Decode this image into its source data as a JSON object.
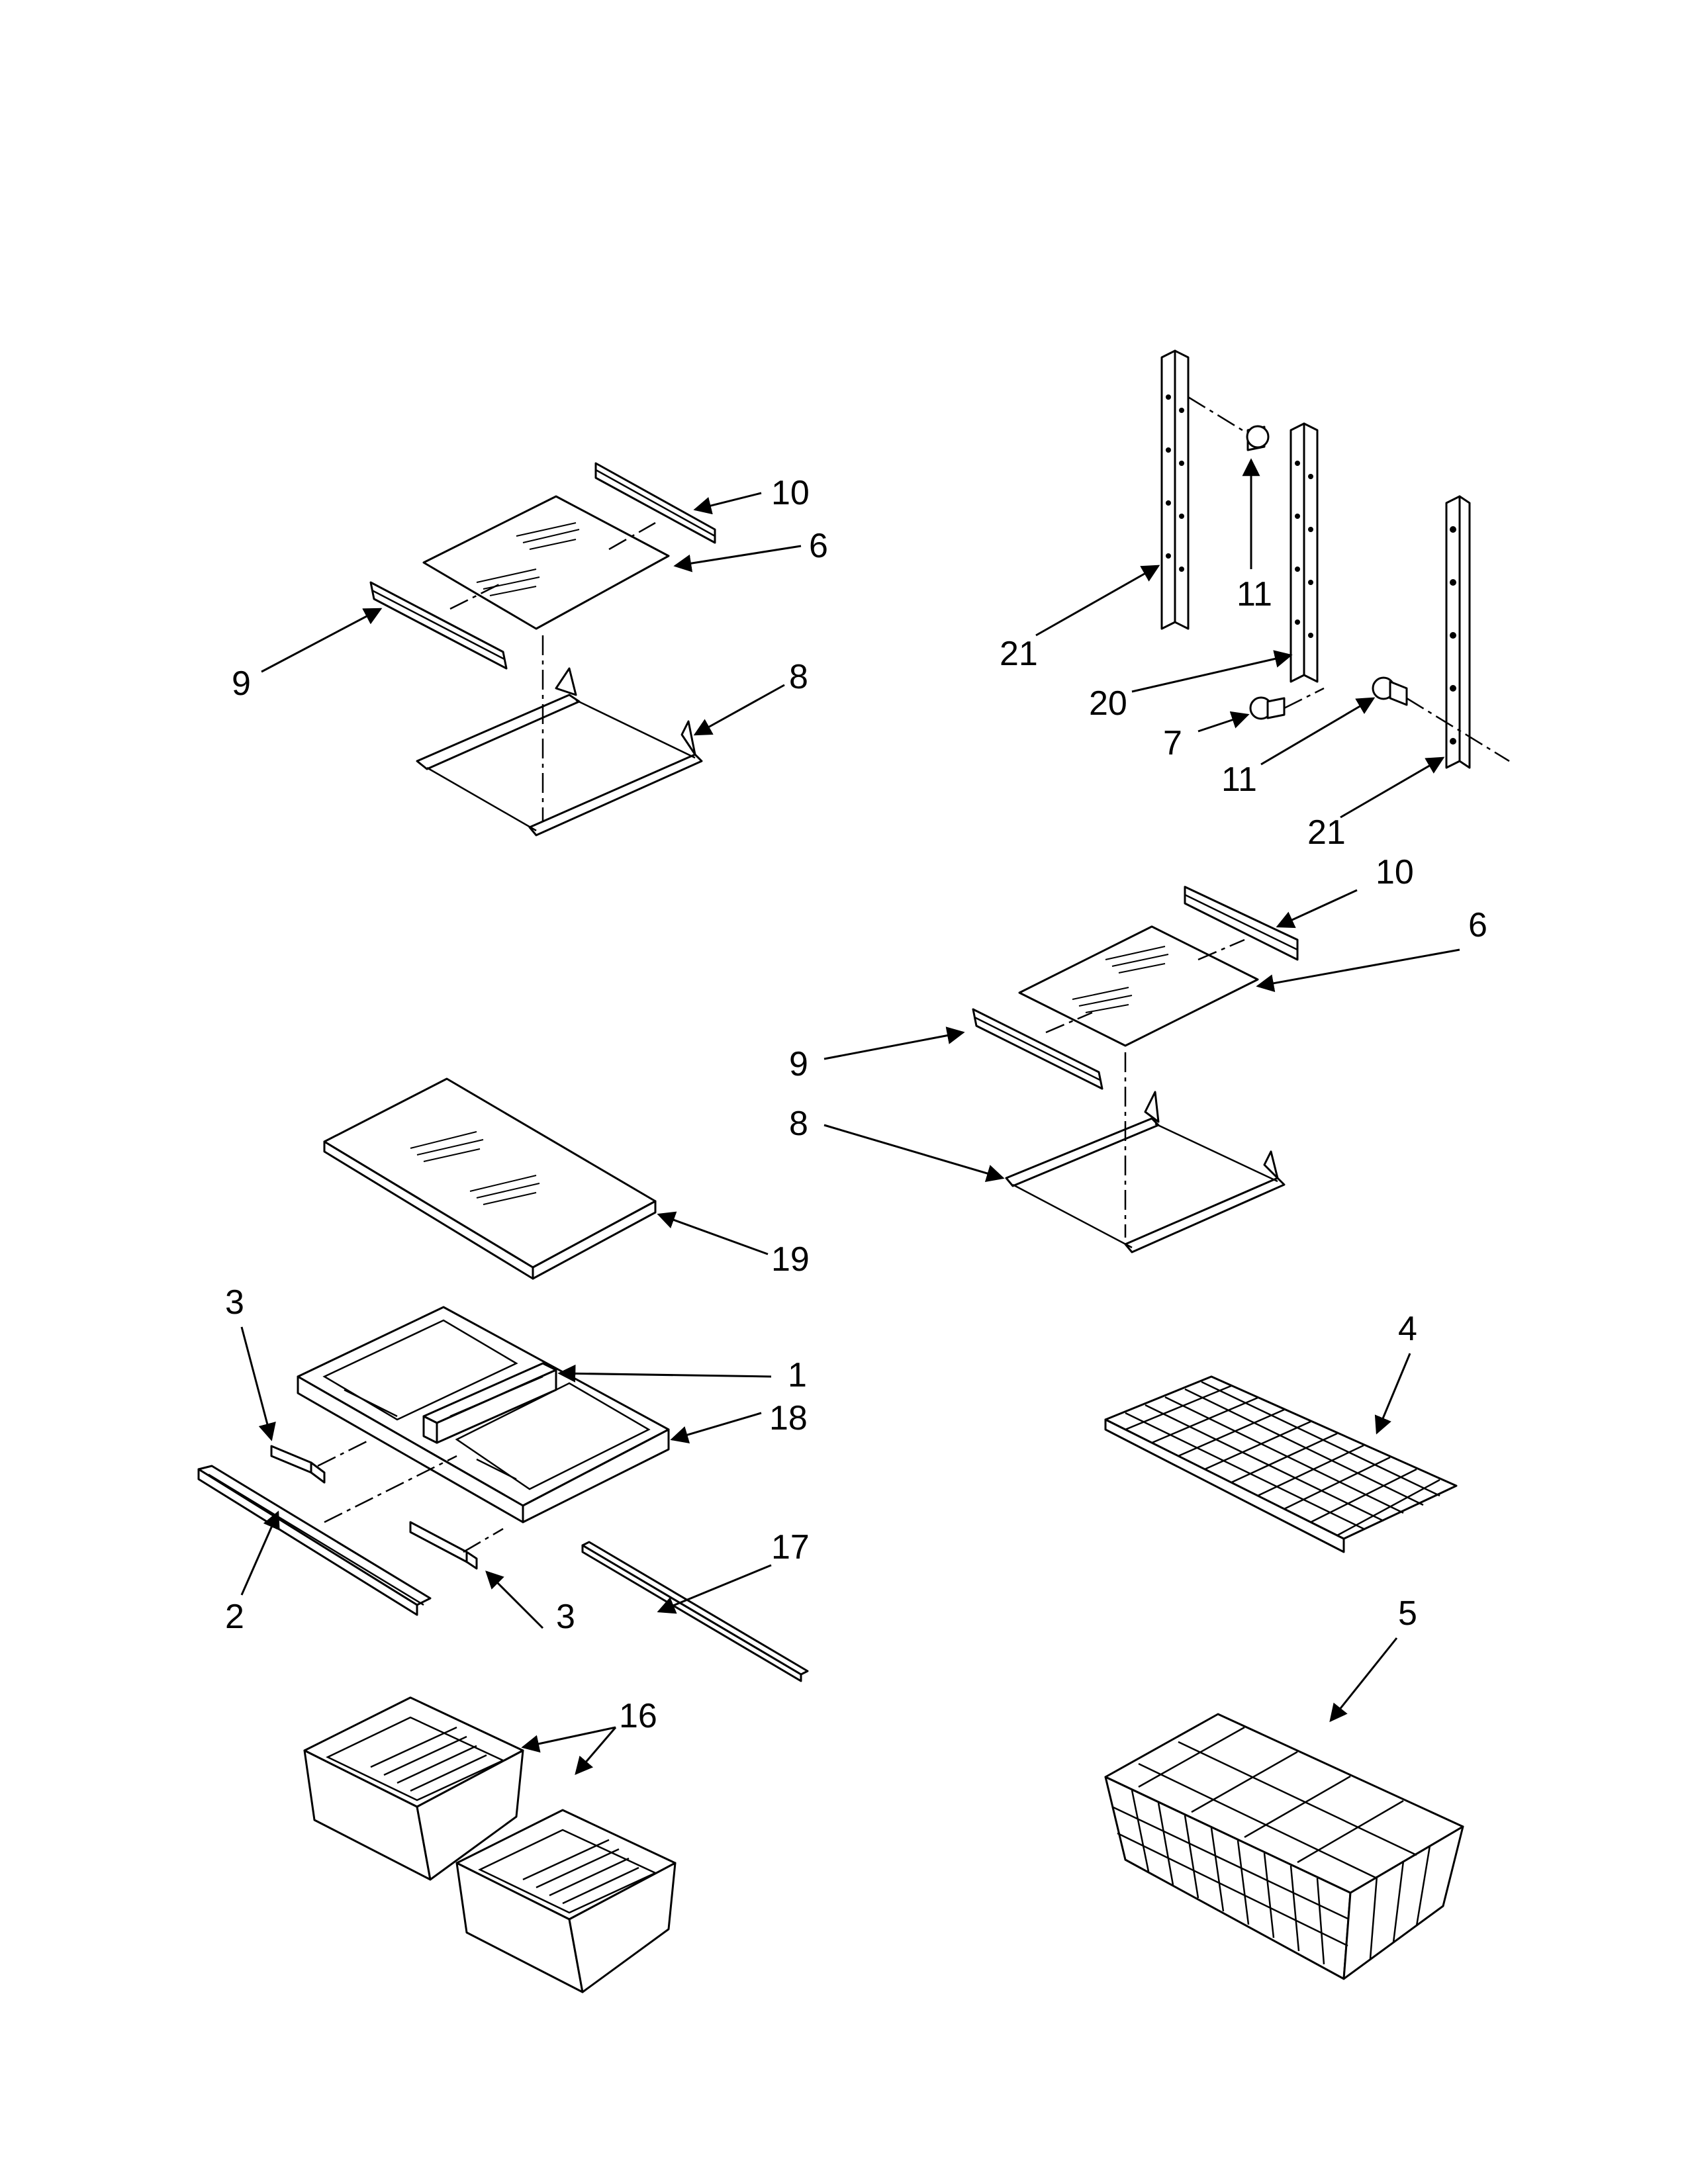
{
  "diagram": {
    "callouts": {
      "c10a": "10",
      "c6a": "6",
      "c9a": "9",
      "c8a": "8",
      "c21a": "21",
      "c11a": "11",
      "c20": "20",
      "c7": "7",
      "c11b": "11",
      "c21b": "21",
      "c10b": "10",
      "c6b": "6",
      "c9b": "9",
      "c8b": "8",
      "c19": "19",
      "c3a": "3",
      "c1": "1",
      "c18": "18",
      "c17": "17",
      "c2": "2",
      "c3b": "3",
      "c16": "16",
      "c4": "4",
      "c5": "5"
    }
  }
}
